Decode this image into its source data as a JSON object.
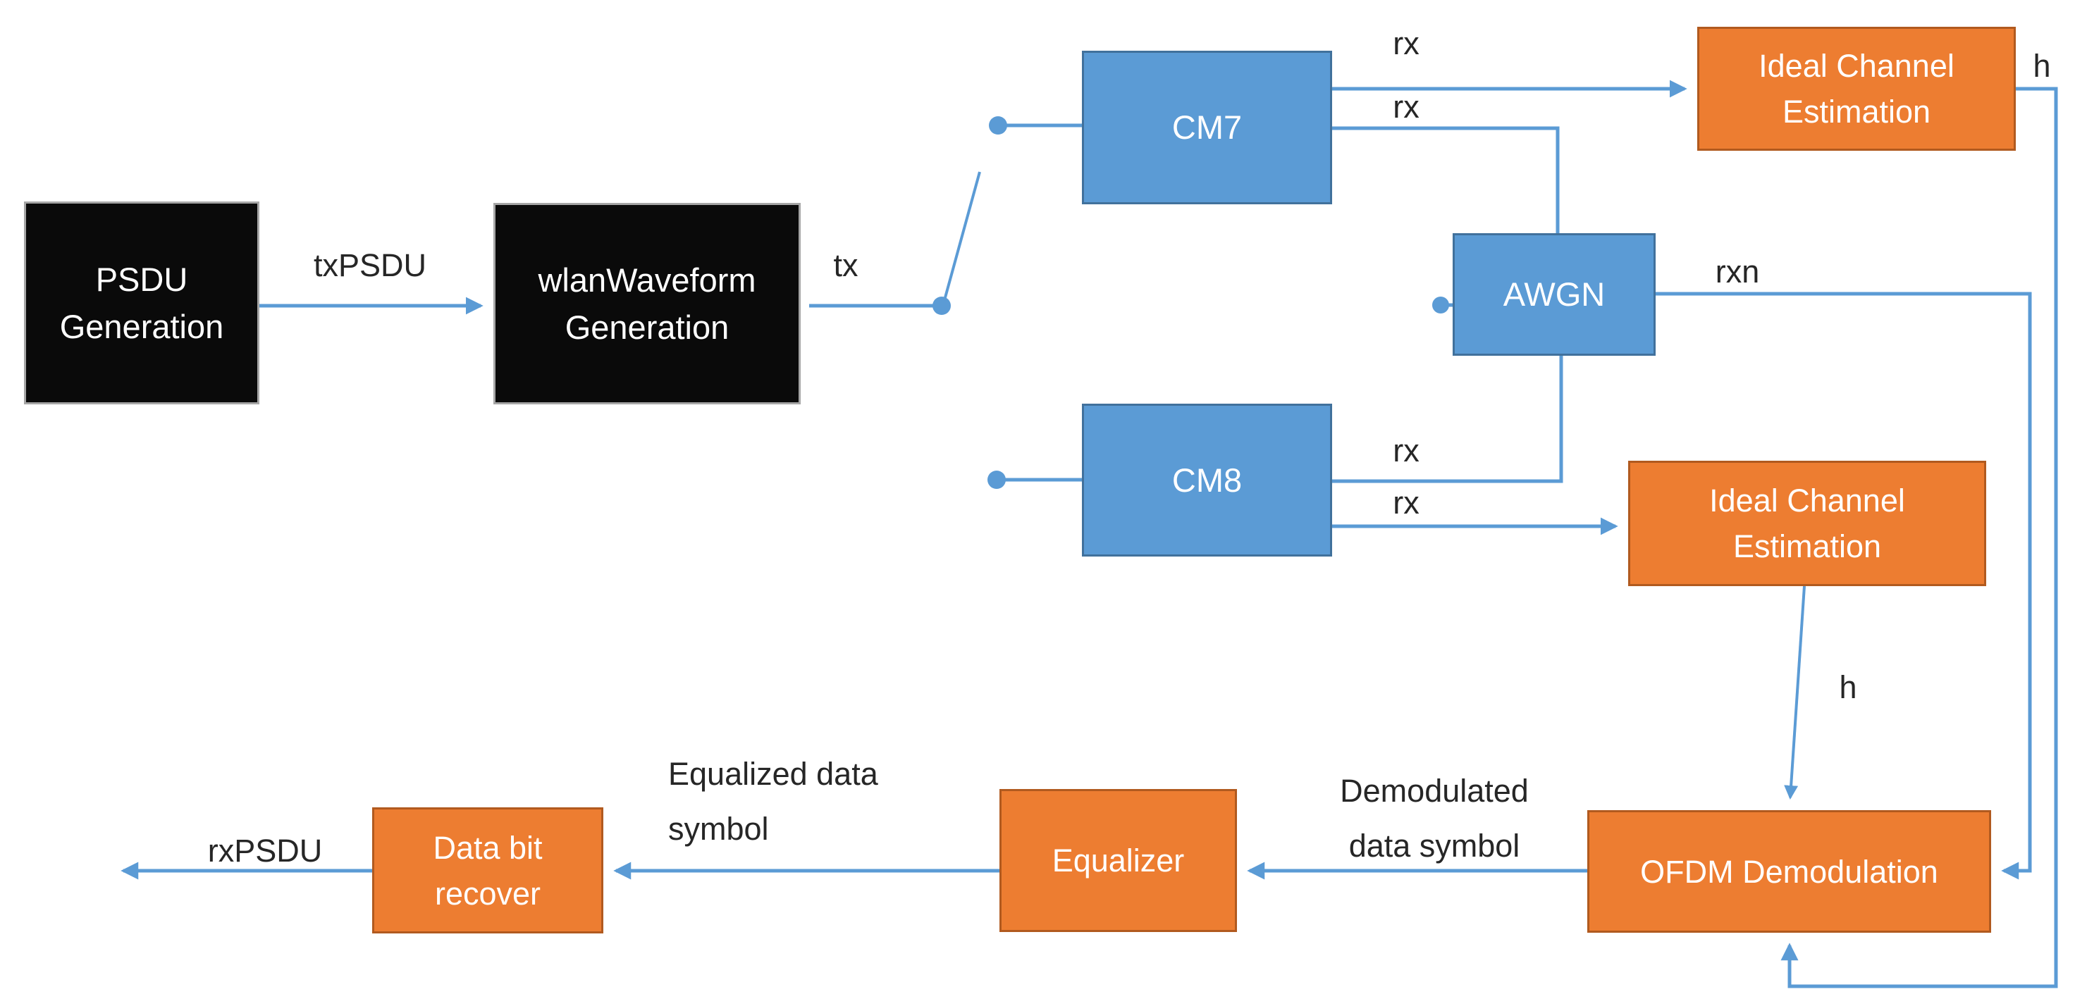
{
  "colors": {
    "page_bg": "#ffffff",
    "black_box": "#0a0a0a",
    "blue_box": "#5B9BD5",
    "blue_border": "#41719C",
    "orange_box": "#ED7D31",
    "orange_border": "#B15A1F",
    "connector": "#5B9BD5",
    "label_text": "#262626"
  },
  "nodes": {
    "psdu_generation": {
      "lines": [
        "PSDU",
        "Generation"
      ]
    },
    "wlan_waveform_generation": {
      "lines": [
        "wlanWaveform",
        "Generation"
      ]
    },
    "cm7": {
      "label": "CM7"
    },
    "cm8": {
      "label": "CM8"
    },
    "awgn": {
      "label": "AWGN"
    },
    "ideal_channel_estimation_top": {
      "lines": [
        "Ideal Channel",
        "Estimation"
      ]
    },
    "ideal_channel_estimation_mid": {
      "lines": [
        "Ideal Channel",
        "Estimation"
      ]
    },
    "ofdm_demodulation": {
      "label": "OFDM Demodulation"
    },
    "equalizer": {
      "label": "Equalizer"
    },
    "data_bit_recover": {
      "lines": [
        "Data bit",
        "recover"
      ]
    }
  },
  "edge_labels": {
    "txpsdu": "txPSDU",
    "tx": "tx",
    "rx_cm7_top": "rx",
    "rx_cm7_bottom": "rx",
    "rx_cm8_top": "rx",
    "rx_cm8_bottom": "rx",
    "rxn": "rxn",
    "h_top": "h",
    "h_mid": "h",
    "rxpsdu": "rxPSDU",
    "equalized": {
      "lines": [
        "Equalized data",
        "symbol"
      ]
    },
    "demodulated": {
      "lines": [
        "Demodulated",
        "data symbol"
      ]
    }
  }
}
